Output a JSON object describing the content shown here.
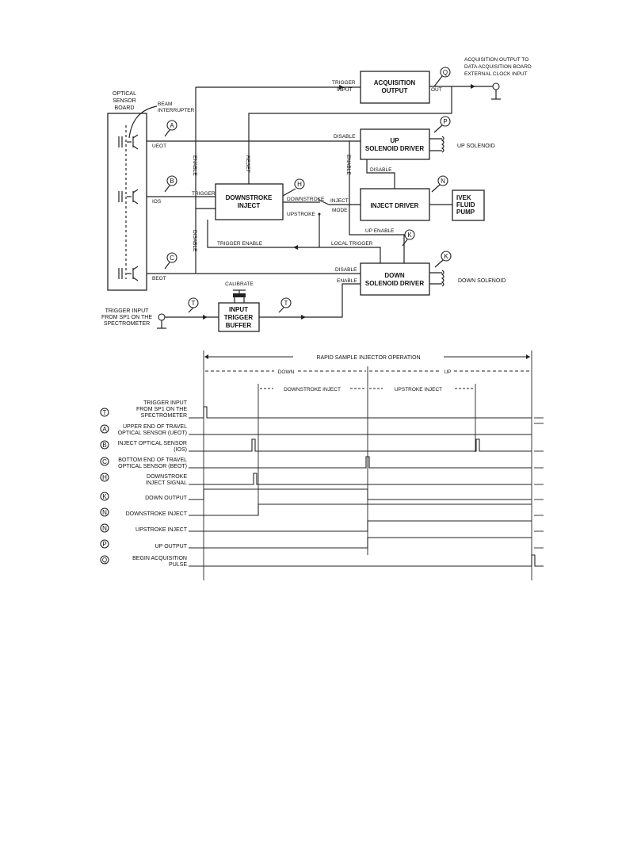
{
  "block_diagram": {
    "blocks": {
      "optical_sensor_board": [
        "OPTICAL",
        "SENSOR",
        "BOARD"
      ],
      "acquisition_output": [
        "ACQUISITION",
        "OUTPUT"
      ],
      "up_solenoid_driver": [
        "UP",
        "SOLENOID DRIVER"
      ],
      "downstroke_inject": [
        "DOWNSTROKE",
        "INJECT"
      ],
      "inject_driver": [
        "INJECT DRIVER"
      ],
      "ivek_pump": [
        "IVEK",
        "FLUID",
        "PUMP"
      ],
      "down_solenoid_driver": [
        "DOWN",
        "SOLENOID DRIVER"
      ],
      "input_trigger_buffer": [
        "INPUT",
        "TRIGGER",
        "BUFFER"
      ]
    },
    "labels": {
      "acq_output_to": [
        "ACQUISITION OUTPUT TO",
        "DATA ACQUISITION BOARD",
        "EXTERNAL CLOCK INPUT"
      ],
      "beam_interrupter": [
        "BEAM",
        "INTERRUPTER"
      ],
      "trigger_input_label": [
        "TRIGGER",
        "INPUT"
      ],
      "out": "OUT",
      "ueot": "UEOT",
      "ios": "IOS",
      "beot": "BEOT",
      "enable": "ENABLE",
      "reset": "RESET",
      "disable": "DISABLE",
      "trigger": "TRIGGER",
      "downstroke": "DOWNSTROKE",
      "upstroke": "UPSTROKE",
      "inject_mode": [
        "INJECT",
        "MODE"
      ],
      "up_enable": "UP ENABLE",
      "trigger_enable": "TRIGGER ENABLE",
      "local_trigger": "LOCAL TRIGGER",
      "up_solenoid": "UP SOLENOID",
      "down_solenoid": "DOWN SOLENOID",
      "calibrate": "CALIBRATE",
      "trigger_input_from": [
        "TRIGGER INPUT",
        "FROM SP1 ON THE",
        "SPECTROMETER"
      ]
    },
    "markers": {
      "A": "A",
      "B": "B",
      "C": "C",
      "H": "H",
      "K": "K",
      "N": "N",
      "P": "P",
      "Q": "Q",
      "T": "T"
    }
  },
  "timing_diagram": {
    "title": "RAPID SAMPLE INJECTOR OPERATION",
    "phases": {
      "down": "DOWN",
      "up": "UP",
      "downstroke_inject": "DOWNSTROKE INJECT",
      "upstroke_inject": "UPSTROKE INJECT"
    },
    "signals": [
      {
        "marker": "T",
        "label": [
          "TRIGGER INPUT",
          "FROM SP1 ON THE",
          "SPECTROMETER"
        ]
      },
      {
        "marker": "A",
        "label": [
          "UPPER END OF TRAVEL",
          "OPTICAL SENSOR (UEOT)"
        ]
      },
      {
        "marker": "B",
        "label": [
          "INJECT OPTICAL SENSOR",
          "(IOS)"
        ]
      },
      {
        "marker": "C",
        "label": [
          "BOTTOM END OF TRAVEL",
          "OPTICAL SENSOR (BEOT)"
        ]
      },
      {
        "marker": "H",
        "label": [
          "DOWNSTROKE",
          "INJECT SIGNAL"
        ]
      },
      {
        "marker": "K",
        "label": [
          "DOWN OUTPUT"
        ]
      },
      {
        "marker": "N",
        "label": [
          "DOWNSTROKE INJECT"
        ]
      },
      {
        "marker": "N",
        "label": [
          "UPSTROKE INJECT"
        ]
      },
      {
        "marker": "P",
        "label": [
          "UP OUTPUT"
        ]
      },
      {
        "marker": "Q",
        "label": [
          "BEGIN ACQUISITION",
          "PULSE"
        ]
      }
    ]
  }
}
